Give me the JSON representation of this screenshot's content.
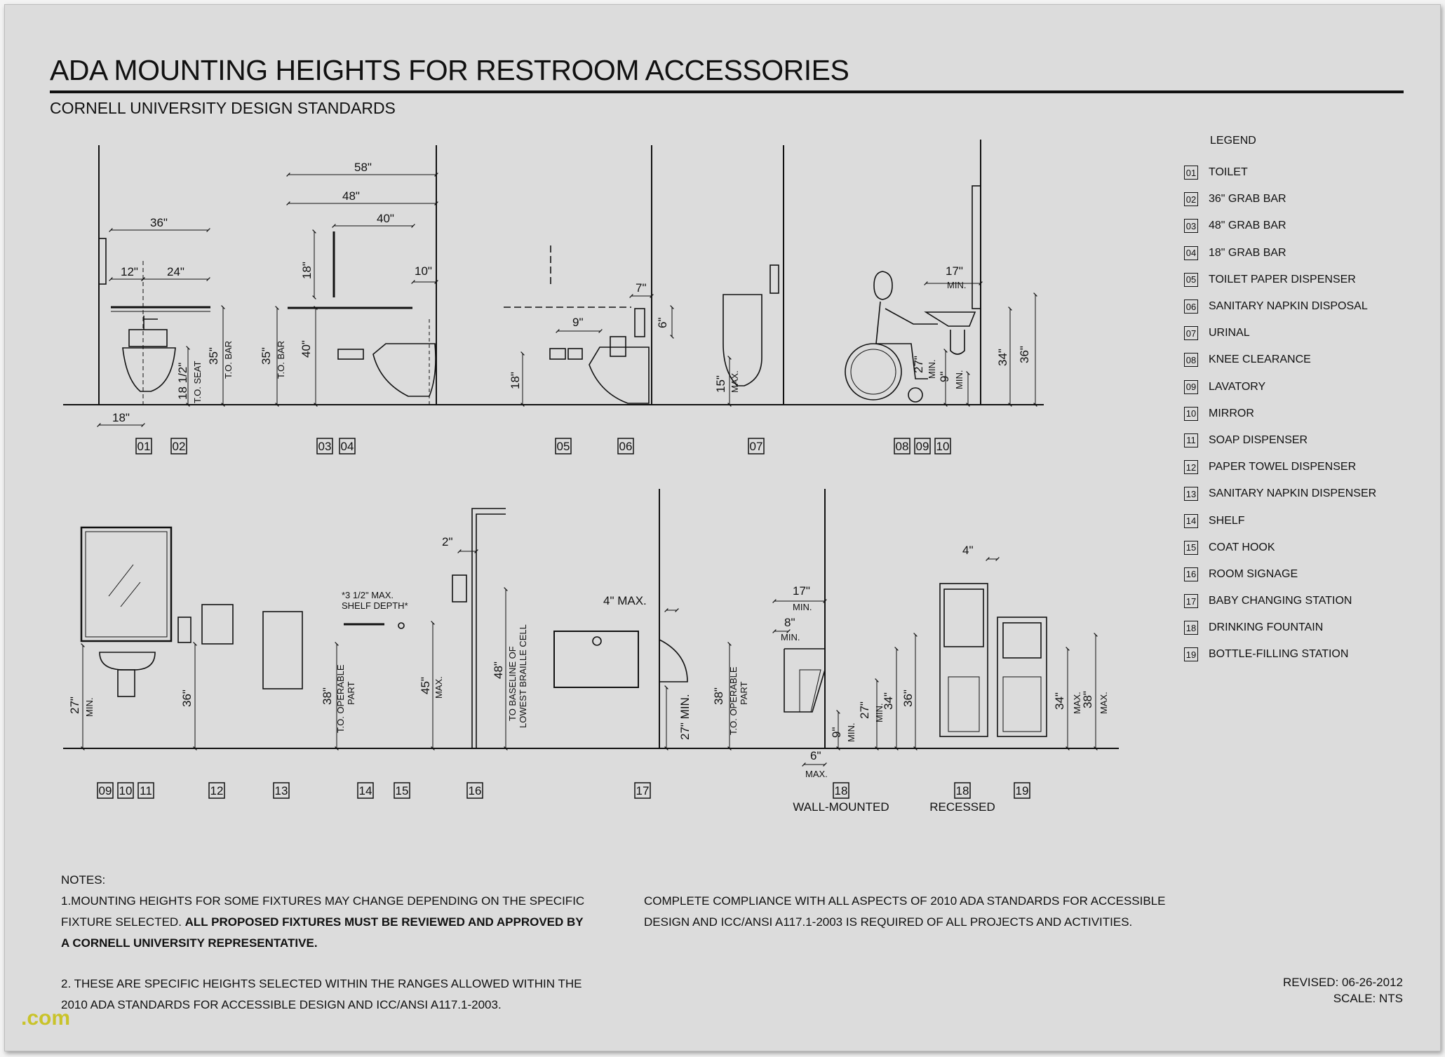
{
  "title": "ADA MOUNTING HEIGHTS FOR RESTROOM ACCESSORIES",
  "subtitle": "CORNELL UNIVERSITY DESIGN STANDARDS",
  "legend": {
    "title": "LEGEND",
    "items": [
      {
        "num": "01",
        "label": "TOILET"
      },
      {
        "num": "02",
        "label": "36\" GRAB BAR"
      },
      {
        "num": "03",
        "label": "48\" GRAB BAR"
      },
      {
        "num": "04",
        "label": "18\" GRAB BAR"
      },
      {
        "num": "05",
        "label": "TOILET PAPER DISPENSER"
      },
      {
        "num": "06",
        "label": "SANITARY NAPKIN DISPOSAL"
      },
      {
        "num": "07",
        "label": "URINAL"
      },
      {
        "num": "08",
        "label": "KNEE CLEARANCE"
      },
      {
        "num": "09",
        "label": "LAVATORY"
      },
      {
        "num": "10",
        "label": "MIRROR"
      },
      {
        "num": "11",
        "label": "SOAP DISPENSER"
      },
      {
        "num": "12",
        "label": "PAPER TOWEL DISPENSER"
      },
      {
        "num": "13",
        "label": "SANITARY NAPKIN DISPENSER"
      },
      {
        "num": "14",
        "label": "SHELF"
      },
      {
        "num": "15",
        "label": "COAT HOOK"
      },
      {
        "num": "16",
        "label": "ROOM SIGNAGE"
      },
      {
        "num": "17",
        "label": "BABY CHANGING STATION"
      },
      {
        "num": "18",
        "label": "DRINKING FOUNTAIN"
      },
      {
        "num": "19",
        "label": "BOTTLE-FILLING STATION"
      }
    ]
  },
  "dims_top": {
    "d36": "36\"",
    "d12": "12\"",
    "d24": "24\"",
    "d18a": "18\"",
    "d18_5": "18 1/2\"",
    "to_seat": "T.O. SEAT",
    "d35a": "35\"",
    "to_bar_a": "T.O. BAR",
    "d58": "58\"",
    "d48": "48\"",
    "d40w": "40\"",
    "d18v": "18\"",
    "d10": "10\"",
    "d35b": "35\"",
    "to_bar_b": "T.O. BAR",
    "d40h": "40\"",
    "d7": "7\"",
    "d6": "6\"",
    "d9": "9\"",
    "d18c": "18\"",
    "d15": "15\"",
    "max1": "MAX.",
    "d17": "17\"",
    "min1": "MIN.",
    "d27": "27\"",
    "min2": "MIN.",
    "d9b": "9\"",
    "min3": "MIN.",
    "d34": "34\"",
    "d36b": "36\""
  },
  "dims_bottom": {
    "d27": "27\"",
    "min_a": "MIN.",
    "d36": "36\"",
    "shelf_note1": "*3 1/2\" MAX.",
    "shelf_note2": "SHELF DEPTH*",
    "d38a": "38\"",
    "to_op1": "T.O. OPERABLE",
    "part1": "PART",
    "d45": "45\"",
    "max_a": "MAX.",
    "d2": "2\"",
    "d48": "48\"",
    "braille1": "TO BASELINE OF",
    "braille2": "LOWEST BRAILLE CELL",
    "d4max": "4\" MAX.",
    "d27min": "27\" MIN.",
    "d38b": "38\"",
    "to_op2": "T.O. OPERABLE",
    "part2": "PART",
    "d17": "17\"",
    "min_b": "MIN.",
    "d8": "8\"",
    "min_c": "MIN.",
    "d9": "9\"",
    "min_d": "MIN.",
    "d27b": "27\"",
    "min_e": "MIN.",
    "d34": "34\"",
    "d36b": "36\"",
    "d6": "6\"",
    "max_b": "MAX.",
    "d4": "4\"",
    "d34b": "34\"",
    "max_c": "MAX.",
    "d38c": "38\"",
    "max_d": "MAX."
  },
  "tags_top": [
    "01",
    "02",
    "03",
    "04",
    "05",
    "06",
    "07",
    "08",
    "09",
    "10"
  ],
  "tags_bottom": [
    "09",
    "10",
    "11",
    "12",
    "13",
    "14",
    "15",
    "16",
    "17",
    "18",
    "18",
    "19"
  ],
  "captions": {
    "wall_mounted": "WALL-MOUNTED",
    "recessed": "RECESSED"
  },
  "notes": {
    "heading": "NOTES:",
    "n1_line1": "1.MOUNTING HEIGHTS FOR SOME FIXTURES MAY CHANGE DEPENDING ON THE SPECIFIC",
    "n1_line2a": "FIXTURE SELECTED. ",
    "n1_line2b": "ALL PROPOSED FIXTURES MUST BE REVIEWED AND APPROVED BY",
    "n1_line3": "A CORNELL UNIVERSITY REPRESENTATIVE.",
    "n2_line1": "2. THESE ARE SPECIFIC HEIGHTS SELECTED WITHIN THE RANGES ALLOWED WITHIN THE",
    "n2_line2": "2010 ADA STANDARDS FOR ACCESSIBLE DESIGN AND ICC/ANSI A117.1-2003."
  },
  "compliance": {
    "line1": "COMPLETE COMPLIANCE WITH ALL ASPECTS OF 2010 ADA STANDARDS FOR ACCESSIBLE",
    "line2": "DESIGN AND ICC/ANSI A117.1-2003 IS REQUIRED OF ALL PROJECTS AND ACTIVITIES."
  },
  "revised": "REVISED: 06-26-2012",
  "scale": "SCALE: NTS",
  "watermark": ".com",
  "colors": {
    "paper": "#dcdcdc",
    "ink": "#111111",
    "watermark": "#c9c32a"
  }
}
